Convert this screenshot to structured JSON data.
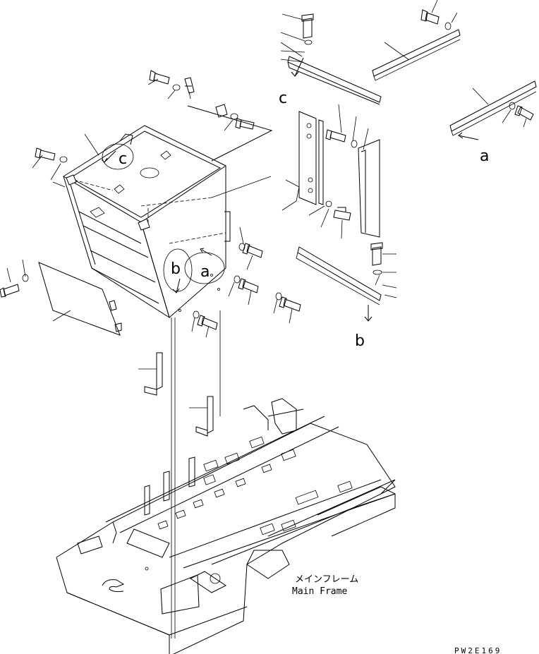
{
  "labels": {
    "a": "a",
    "b": "b",
    "c": "c"
  },
  "caption": {
    "japanese": "メインフレーム",
    "english": "Main Frame"
  },
  "drawing_code": "PW2E169"
}
